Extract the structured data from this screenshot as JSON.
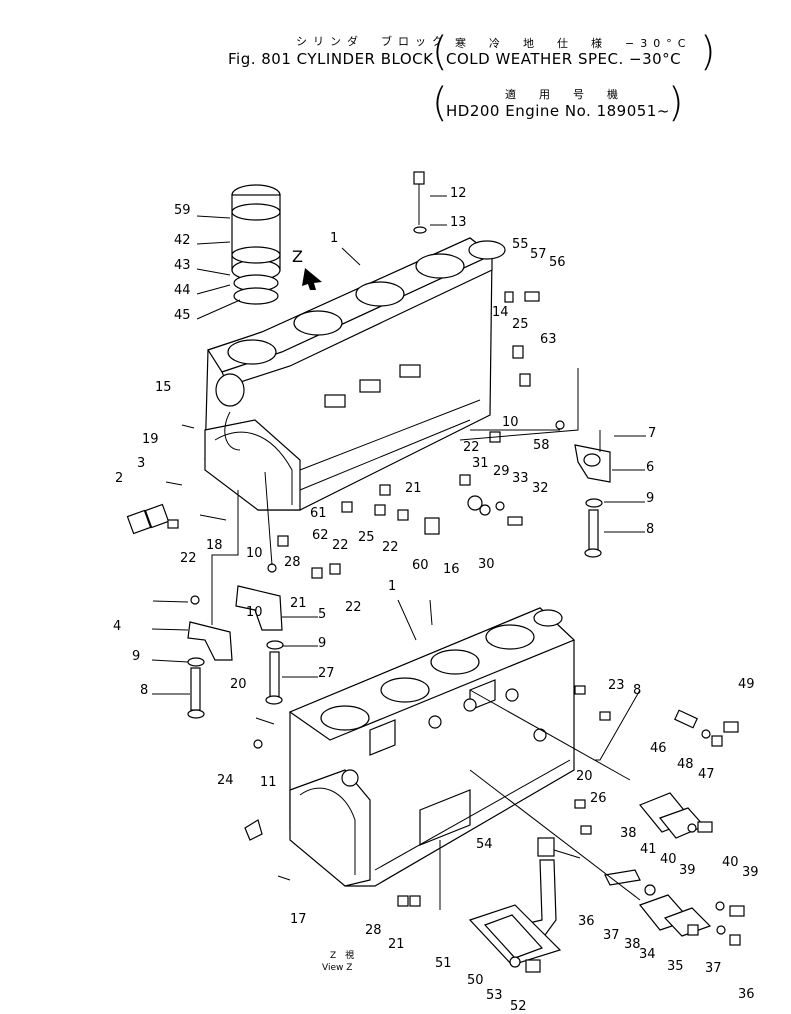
{
  "header": {
    "title_jp": "シリンダ　ブロック",
    "title_en": "Fig. 801 CYLINDER BLOCK",
    "spec_jp": "寒　冷　地　仕　様　−30°C",
    "spec_en": "COLD WEATHER SPEC. −30°C",
    "applicable_jp": "適　用　号　機",
    "applicable_en": "HD200 Engine No. 189051~"
  },
  "view_note": {
    "jp": "Z　視",
    "en": "View Z"
  },
  "view_arrow_letter": "Z",
  "callouts": [
    "12",
    "13",
    "59",
    "42",
    "43",
    "44",
    "45",
    "1",
    "55",
    "57",
    "56",
    "14",
    "25",
    "63",
    "15",
    "10",
    "7",
    "58",
    "19",
    "3",
    "22",
    "31",
    "29",
    "33",
    "32",
    "6",
    "2",
    "21",
    "9",
    "18",
    "61",
    "62",
    "22",
    "25",
    "22",
    "8",
    "22",
    "10",
    "28",
    "60",
    "30",
    "16",
    "10",
    "21",
    "22",
    "4",
    "5",
    "9",
    "1",
    "23",
    "49",
    "9",
    "8",
    "27",
    "20",
    "8",
    "46",
    "48",
    "47",
    "11",
    "24",
    "20",
    "26",
    "38",
    "41",
    "40",
    "39",
    "54",
    "17",
    "28",
    "21",
    "40",
    "39",
    "36",
    "37",
    "38",
    "34",
    "35",
    "37",
    "36",
    "51",
    "50",
    "53",
    "52"
  ]
}
